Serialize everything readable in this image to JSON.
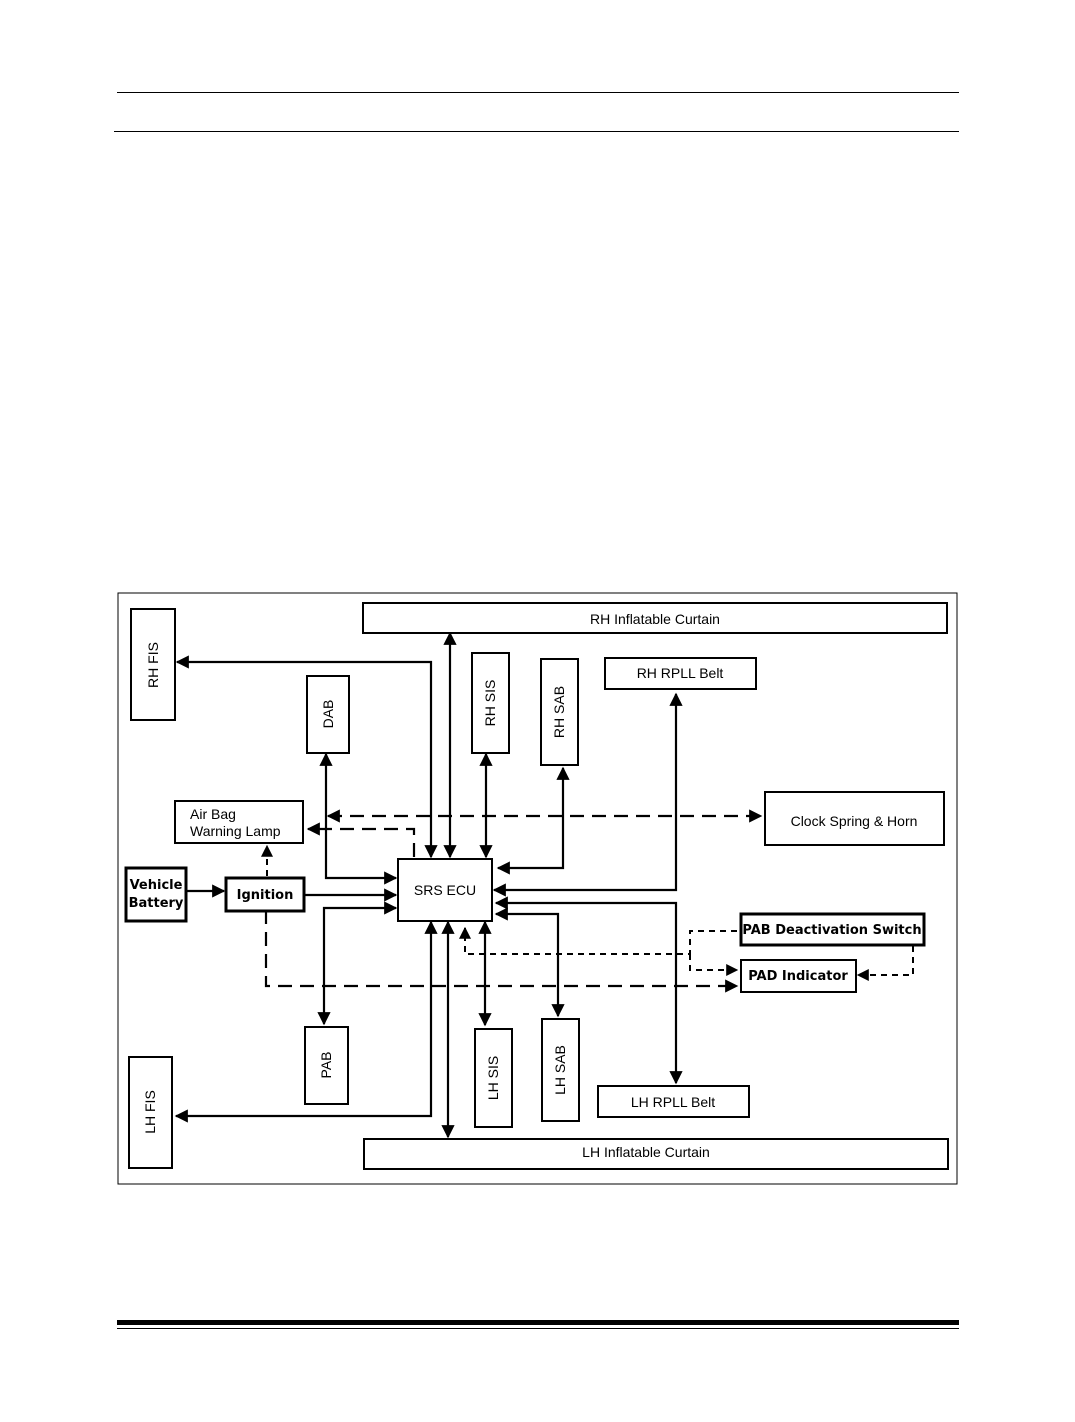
{
  "diagram": {
    "nodes": {
      "srs_ecu": "SRS ECU",
      "rh_curtain": "RH Inflatable Curtain",
      "lh_curtain": "LH Inflatable Curtain",
      "rh_fis": "RH FIS",
      "lh_fis": "LH FIS",
      "dab": "DAB",
      "pab": "PAB",
      "rh_sis": "RH SIS",
      "rh_sab": "RH SAB",
      "lh_sis": "LH SIS",
      "lh_sab": "LH SAB",
      "rh_rpll": "RH RPLL Belt",
      "lh_rpll": "LH RPLL Belt",
      "warning_lamp_1": "Air Bag",
      "warning_lamp_2": "Warning Lamp",
      "clock_spring": "Clock Spring & Horn",
      "battery_1": "Vehicle",
      "battery_2": "Battery",
      "ignition": "Ignition",
      "pab_switch": "PAB Deactivation Switch",
      "pad_indicator": "PAD Indicator"
    }
  }
}
